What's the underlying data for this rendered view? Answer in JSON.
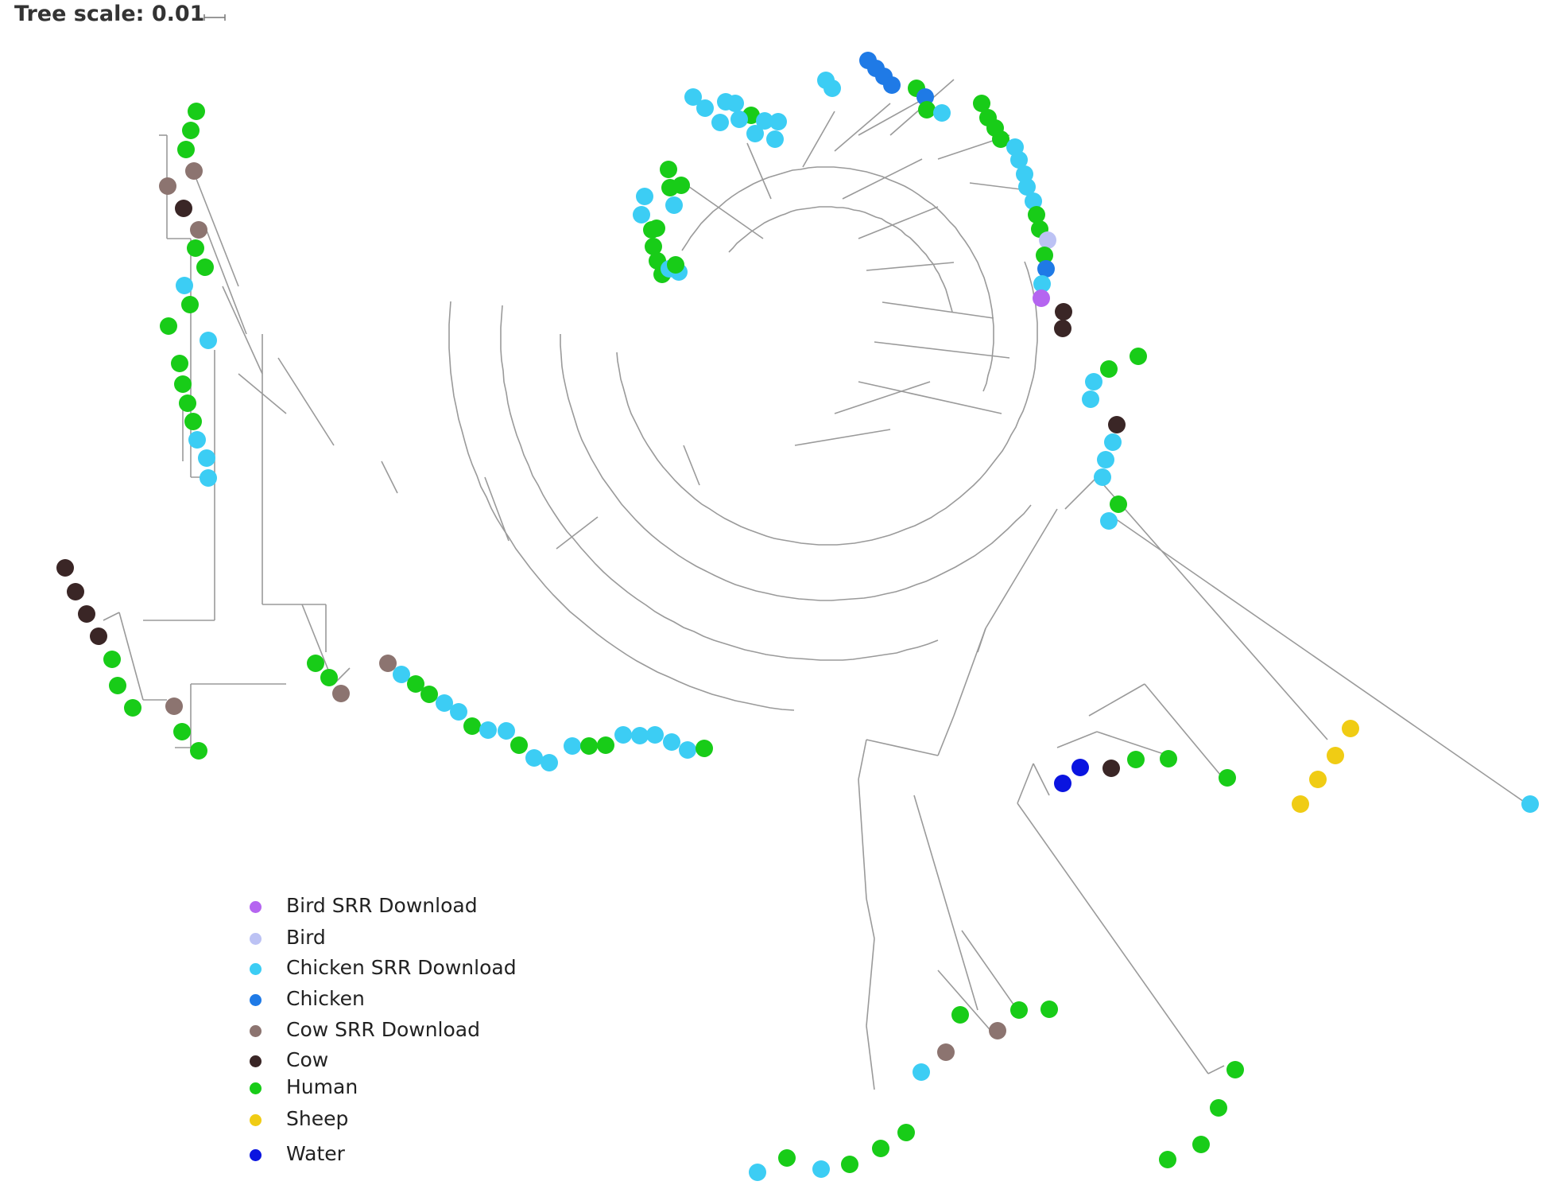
{
  "tree_scale": {
    "label": "Tree scale: 0.01"
  },
  "legend": [
    {
      "key": "bird_srr",
      "label": "Bird SRR Download",
      "color": "#b565f0"
    },
    {
      "key": "bird",
      "label": "Bird",
      "color": "#bcc2f4"
    },
    {
      "key": "chicken_srr",
      "label": "Chicken SRR Download",
      "color": "#3ccdf4"
    },
    {
      "key": "chicken",
      "label": "Chicken",
      "color": "#1f7ae6"
    },
    {
      "key": "cow_srr",
      "label": "Cow SRR Download",
      "color": "#8c7470"
    },
    {
      "key": "cow",
      "label": "Cow",
      "color": "#3a2626"
    },
    {
      "key": "human",
      "label": "Human",
      "color": "#18cc18"
    },
    {
      "key": "sheep",
      "label": "Sheep",
      "color": "#f0cc14"
    },
    {
      "key": "water",
      "label": "Water",
      "color": "#0a14e0"
    }
  ],
  "colors": {
    "branch": "#9a9a9a"
  }
}
